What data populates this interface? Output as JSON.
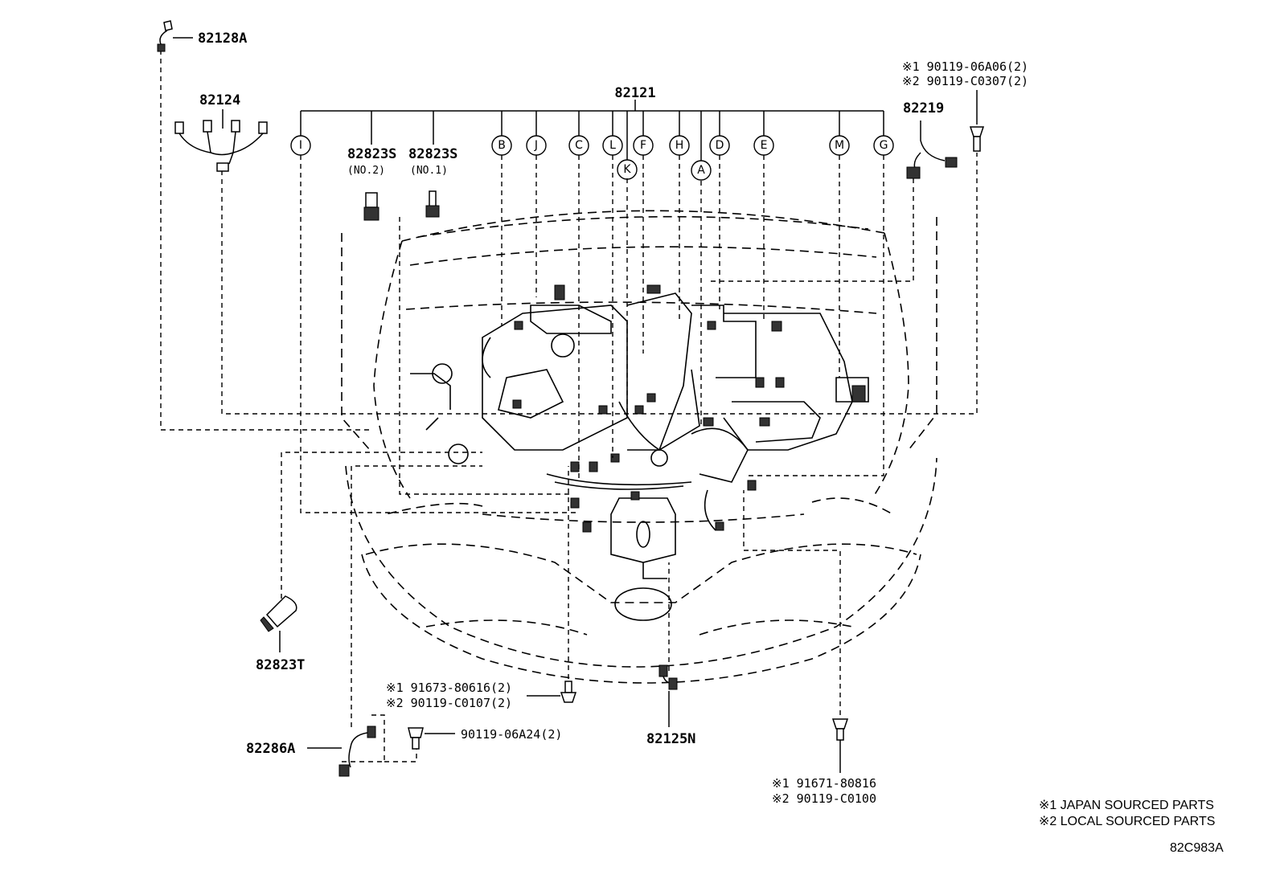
{
  "diagram_code": "82C983A",
  "legend": [
    "※1 JAPAN SOURCED PARTS",
    "※2 LOCAL SOURCED PARTS"
  ],
  "main_harness": {
    "part_number": "82121",
    "connectors": [
      "I",
      "B",
      "J",
      "C",
      "L",
      "K",
      "F",
      "H",
      "A",
      "D",
      "E",
      "M",
      "G"
    ]
  },
  "parts": {
    "p82128A": "82128A",
    "p82124": "82124",
    "p82823S_2": "82823S",
    "p82823S_2_note": "(NO.2)",
    "p82823S_1": "82823S",
    "p82823S_1_note": "(NO.1)",
    "p82219": "82219",
    "p82823T": "82823T",
    "p82125N": "82125N",
    "p82286A": "82286A"
  },
  "bolts": {
    "top_right": [
      "※1 90119-06A06(2)",
      "※2 90119-C0307(2)"
    ],
    "lower_left": [
      "※1 91673-80616(2)",
      "※2 90119-C0107(2)"
    ],
    "single": "90119-06A24(2)",
    "lower_right": [
      "※1 91671-80816",
      "※2 90119-C0100"
    ]
  }
}
